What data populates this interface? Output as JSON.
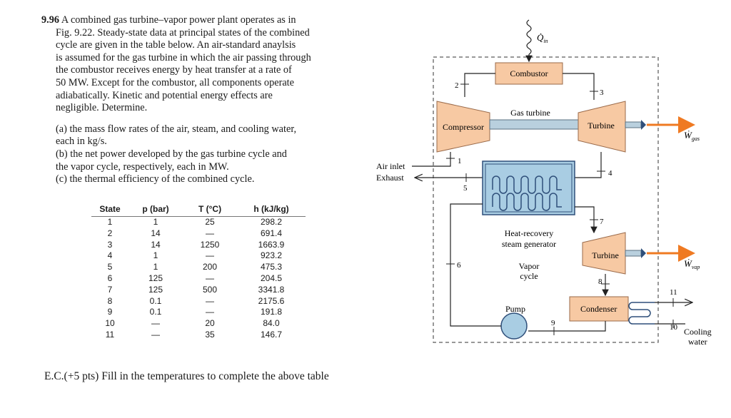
{
  "problem": {
    "number": "9.96",
    "lines": [
      "A combined gas turbine–vapor power plant operates as in",
      "Fig. 9.22. Steady-state data at principal states of the combined",
      "cycle are given in the table below. An air-standard anaylsis",
      "is assumed for the gas turbine in which the air passing through",
      "the combustor receives energy by heat transfer at a rate of",
      "50 MW. Except for the combustor, all components operate",
      "adiabatically. Kinetic and potential energy effects are",
      "negligible. Determine."
    ],
    "parts": [
      "(a) the mass flow rates of the air, steam, and cooling water,",
      "each in kg/s.",
      "(b) the net power developed by the gas turbine cycle and",
      "the vapor cycle, respectively, each in MW.",
      "(c) the thermal efficiency of the combined cycle."
    ]
  },
  "table": {
    "headers": [
      "State",
      "p (bar)",
      "T (°C)",
      "h (kJ/kg)"
    ],
    "rows": [
      [
        "1",
        "1",
        "25",
        "298.2"
      ],
      [
        "2",
        "14",
        "—",
        "691.4"
      ],
      [
        "3",
        "14",
        "1250",
        "1663.9"
      ],
      [
        "4",
        "1",
        "—",
        "923.2"
      ],
      [
        "5",
        "1",
        "200",
        "475.3"
      ],
      [
        "6",
        "125",
        "—",
        "204.5"
      ],
      [
        "7",
        "125",
        "500",
        "3341.8"
      ],
      [
        "8",
        "0.1",
        "—",
        "2175.6"
      ],
      [
        "9",
        "0.1",
        "—",
        "191.8"
      ],
      [
        "10",
        "—",
        "20",
        "84.0"
      ],
      [
        "11",
        "—",
        "35",
        "146.7"
      ]
    ]
  },
  "extra_credit": "E.C.(+5 pts) Fill in the temperatures to complete the above table",
  "diagram": {
    "q_in": "Q̇",
    "q_in_sub": "in",
    "combustor": "Combustor",
    "gas_turbine": "Gas turbine",
    "compressor": "Compressor",
    "turbine_gas": "Turbine",
    "w_gas": "Ẇ",
    "w_gas_sub": "gas",
    "air_inlet": "Air inlet",
    "exhaust": "Exhaust",
    "hrsg_line1": "Heat-recovery",
    "hrsg_line2": "steam generator",
    "vapor_line1": "Vapor",
    "vapor_line2": "cycle",
    "turbine_vap": "Turbine",
    "w_vap": "Ẇ",
    "w_vap_sub": "vap",
    "pump": "Pump",
    "condenser": "Condenser",
    "cooling_line1": "Cooling",
    "cooling_line2": "water",
    "states": [
      "1",
      "2",
      "3",
      "4",
      "5",
      "6",
      "7",
      "8",
      "9",
      "10",
      "11"
    ],
    "colors": {
      "component_fill": "#f7c9a3",
      "component_stroke": "#9a6a4a",
      "shaft_fill": "#b9d0de",
      "hx_fill": "#a9cde3",
      "hx_coil": "#2f4f7a",
      "work_arrow": "#ef7a22",
      "line": "#222222"
    }
  }
}
